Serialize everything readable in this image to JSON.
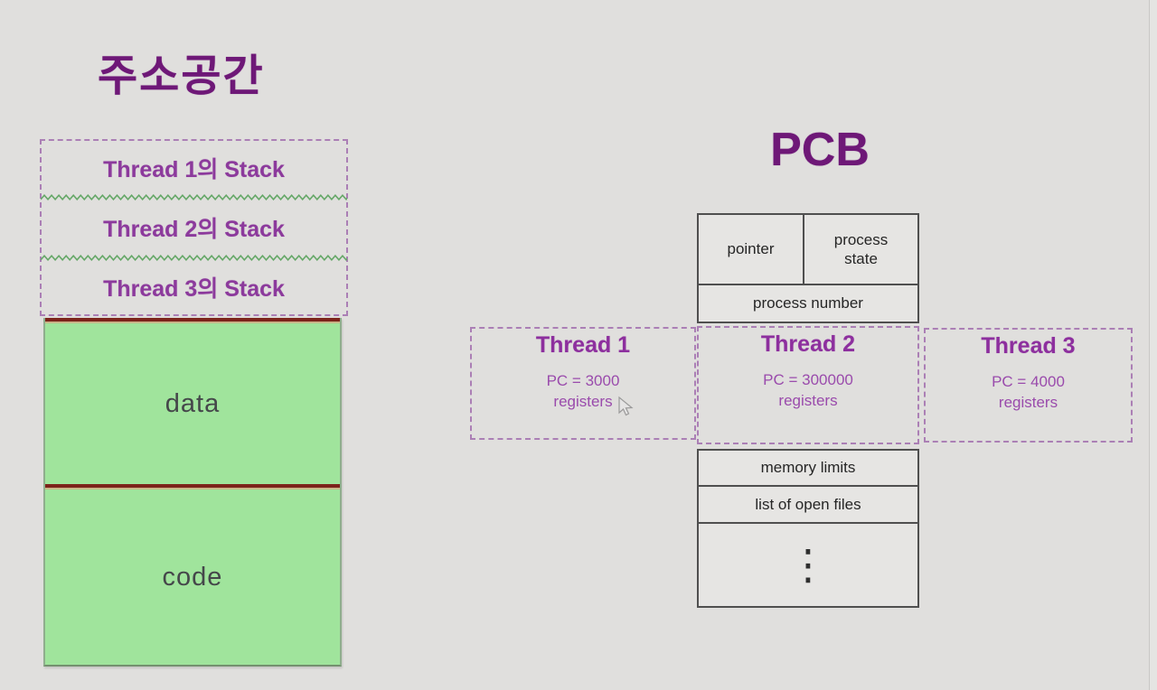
{
  "address_space": {
    "title": "주소공간",
    "stack_rows": [
      {
        "label": "Thread 1의 Stack"
      },
      {
        "label": "Thread 2의 Stack"
      },
      {
        "label": "Thread 3의 Stack"
      }
    ],
    "sections": [
      {
        "label": "data"
      },
      {
        "label": "code"
      }
    ]
  },
  "pcb": {
    "title": "PCB",
    "pointer": "pointer",
    "process_state": "process\nstate",
    "process_number": "process number",
    "memory_limits": "memory limits",
    "open_files": "list of open files",
    "ellipsis": "⋮"
  },
  "threads": [
    {
      "name": "Thread 1",
      "pc": "PC = 3000",
      "registers": "registers"
    },
    {
      "name": "Thread 2",
      "pc": "PC = 300000",
      "registers": "registers"
    },
    {
      "name": "Thread 3",
      "pc": "PC = 4000",
      "registers": "registers"
    }
  ],
  "colors": {
    "bg": "#e0dfdd",
    "panel_fill": "#e6e5e3",
    "title_purple": "#6e1877",
    "label_purple": "#8c3a9c",
    "thread_purple": "#8d2f9e",
    "pc_purple": "#9a4bac",
    "dashed_purple": "#ab7fb5",
    "table_border": "#4f4f4f",
    "table_text": "#262626",
    "green_fill": "#a0e49c",
    "green_border": "#8fae8d",
    "red_bar": "#7c231b",
    "red_bar_edge": "#c9b488",
    "zigzag_green": "#66a868",
    "mem_text": "#45474a",
    "seam": "#c9c8c6"
  }
}
